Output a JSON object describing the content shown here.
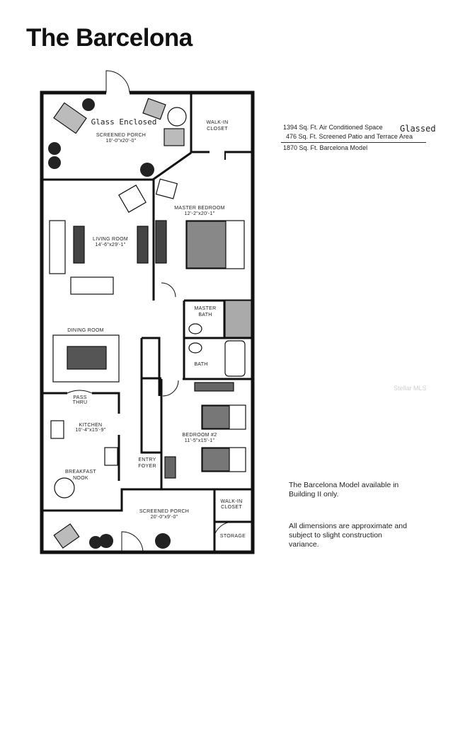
{
  "title": "The Barcelona",
  "stats": {
    "air_conditioned": "1394 Sq. Ft. Air Conditioned Space",
    "screened": "476 Sq. Ft. Screened Patio and Terrace Area",
    "total": "1870 Sq. Ft. Barcelona Model",
    "handwritten": "Glassed"
  },
  "notes": {
    "availability": [
      "The Barcelona Model available in",
      "Building II only."
    ],
    "disclaimer": [
      "All dimensions are approximate and",
      "subject to slight construction",
      "variance."
    ]
  },
  "watermark": "Stellar MLS",
  "rooms": {
    "porch_top": {
      "handwritten": "Glass Enclosed",
      "name": "SCREENED PORCH",
      "size": "10'-0\"x20'-0\""
    },
    "walk_in_closet_top": {
      "line1": "WALK-IN",
      "line2": "CLOSET"
    },
    "master_bedroom": {
      "name": "MASTER BEDROOM",
      "size": "12'-2\"x20'-1\""
    },
    "living_room": {
      "name": "LIVING ROOM",
      "size": "14'-6\"x29'-1\""
    },
    "master_bath": {
      "line1": "MASTER",
      "line2": "BATH"
    },
    "dining_room": {
      "name": "DINING ROOM"
    },
    "bath": {
      "name": "BATH"
    },
    "pass_thru": {
      "line1": "PASS",
      "line2": "THRU"
    },
    "kitchen": {
      "name": "KITCHEN",
      "size": "10'-4\"x15'-9\""
    },
    "bedroom2": {
      "name": "BEDROOM #2",
      "size": "11'-5\"x15'-1\""
    },
    "breakfast_nook": {
      "line1": "BREAKFAST",
      "line2": "NOOK"
    },
    "entry_foyer": {
      "line1": "ENTRY",
      "line2": "FOYER"
    },
    "walk_in_closet_bottom": {
      "line1": "WALK-IN",
      "line2": "CLOSET"
    },
    "porch_bottom": {
      "name": "SCREENED PORCH",
      "size": "20'-0\"x9'-0\""
    },
    "storage": {
      "name": "STORAGE"
    }
  }
}
